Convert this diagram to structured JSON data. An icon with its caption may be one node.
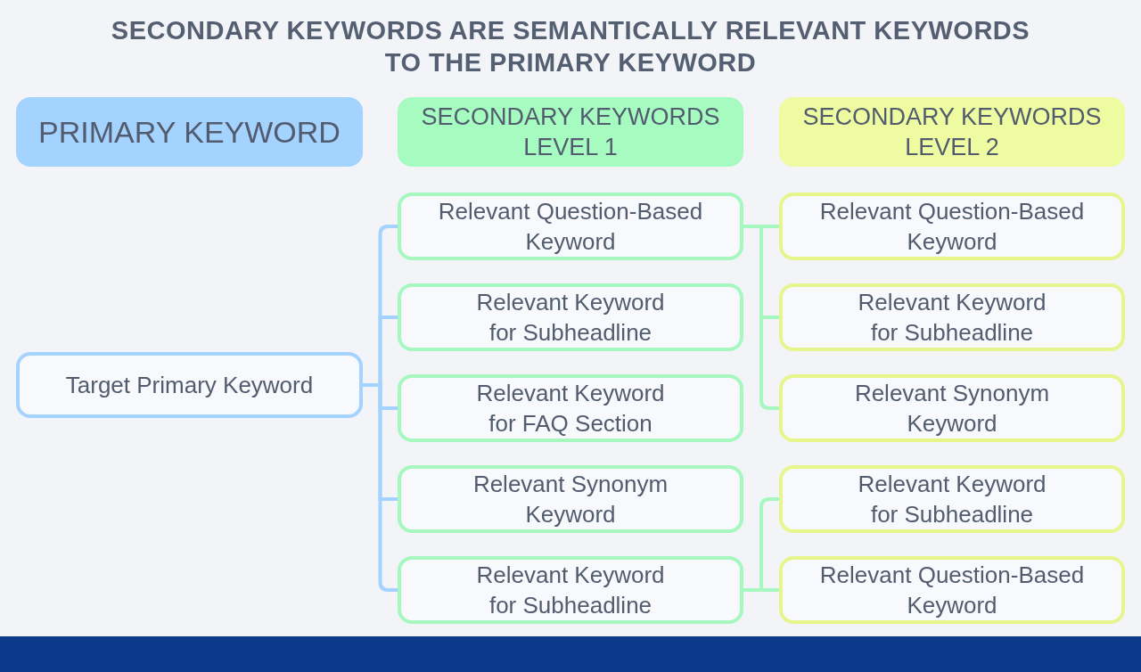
{
  "diagram": {
    "title": "SECONDARY KEYWORDS ARE SEMANTICALLY RELEVANT KEYWORDS TO THE PRIMARY KEYWORD",
    "nodes": [
      {
        "text": [
          "PRIMARY KEYWORD"
        ]
      },
      {
        "text": [
          "SECONDARY KEYWORDS LEVEL 1"
        ]
      },
      {
        "text": [
          "SECONDARY KEYWORDS LEVEL 2"
        ]
      },
      {
        "text": [
          "Target Primary Keyword"
        ]
      },
      {
        "text": [
          "Relevant Question-Based Keyword"
        ]
      },
      {
        "text": [
          "Relevant Keyword for Subheadline"
        ]
      },
      {
        "text": [
          "Relevant Keyword for FAQ Section"
        ]
      },
      {
        "text": [
          "Relevant Synonym Keyword"
        ]
      },
      {
        "text": [
          "Relevant Keyword for Subheadline"
        ]
      },
      {
        "text": [
          "Relevant Question-Based Keyword"
        ]
      },
      {
        "text": [
          "Relevant Keyword for Subheadline"
        ]
      },
      {
        "text": [
          "Relevant Synonym Keyword"
        ]
      },
      {
        "text": [
          "Relevant Keyword for Subheadline"
        ]
      },
      {
        "text": [
          "Relevant Question-Based Keyword"
        ]
      }
    ],
    "edges": [
      {
        "from": 3,
        "to": 4,
        "arrow": "none",
        "color": "#a5d3ff"
      },
      {
        "from": 3,
        "to": 5,
        "arrow": "none",
        "color": "#a5d3ff"
      },
      {
        "from": 3,
        "to": 6,
        "arrow": "none",
        "color": "#a5d3ff"
      },
      {
        "from": 3,
        "to": 7,
        "arrow": "none",
        "color": "#a5d3ff"
      },
      {
        "from": 3,
        "to": 8,
        "arrow": "none",
        "color": "#a5d3ff"
      },
      {
        "from": 4,
        "to": 9,
        "arrow": "none",
        "color": "#a6f7c0"
      },
      {
        "from": 4,
        "to": 10,
        "arrow": "none",
        "color": "#a6f7c0"
      },
      {
        "from": 4,
        "to": 11,
        "arrow": "none",
        "color": "#a6f7c0"
      },
      {
        "from": 8,
        "to": 12,
        "arrow": "none",
        "color": "#a6f7c0"
      },
      {
        "from": 8,
        "to": 13,
        "arrow": "none",
        "color": "#a6f7c0"
      }
    ]
  }
}
